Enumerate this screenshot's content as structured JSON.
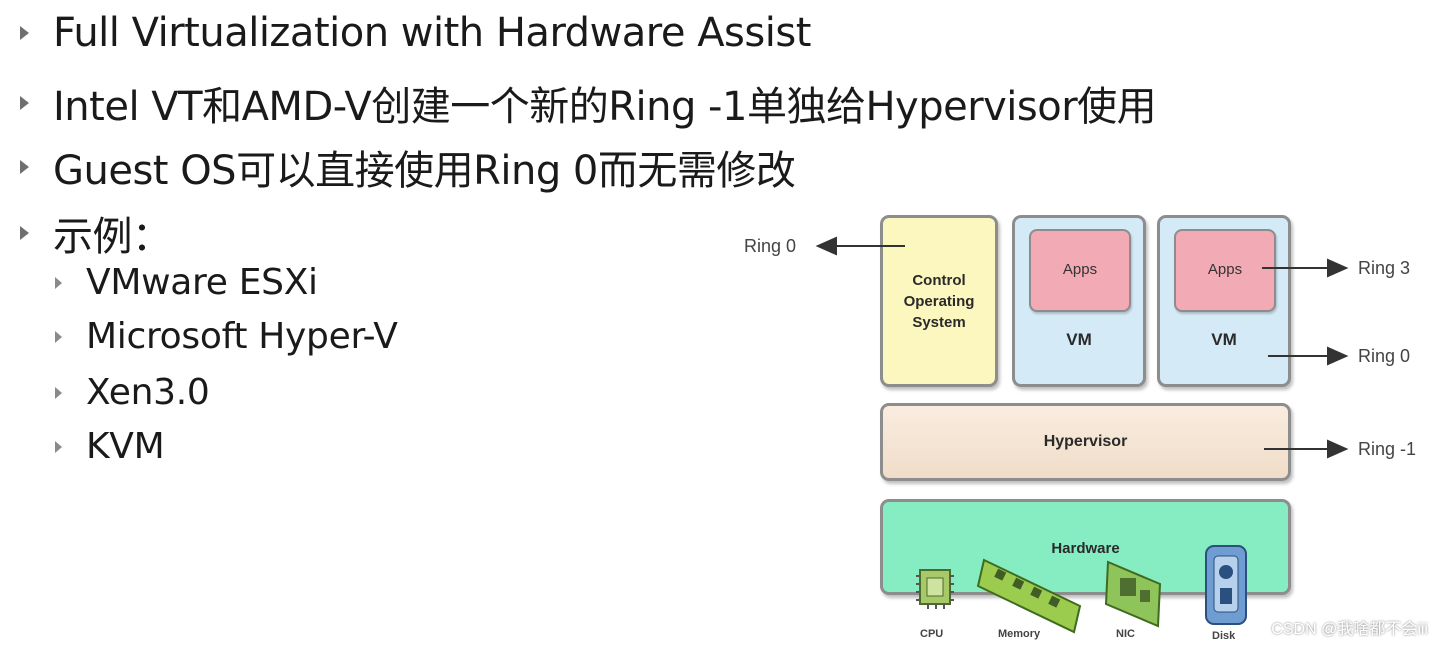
{
  "bullets": [
    {
      "text": "Full Virtualization with Hardware Assist"
    },
    {
      "text": "Intel VT和AMD-V创建一个新的Ring -1单独给Hypervisor使用"
    },
    {
      "text": "Guest OS可以直接使用Ring 0而无需修改"
    },
    {
      "text": "示例："
    }
  ],
  "sub_bullets": [
    {
      "text": "VMware ESXi"
    },
    {
      "text": "Microsoft Hyper-V"
    },
    {
      "text": "Xen3.0"
    },
    {
      "text": "KVM"
    }
  ],
  "diagram": {
    "control_os_lines": [
      "Control",
      "Operating",
      "System"
    ],
    "vm_label": "VM",
    "apps_label": "Apps",
    "hypervisor_label": "Hypervisor",
    "hardware_label": "Hardware",
    "ring_left": "Ring 0",
    "ring_apps": "Ring 3",
    "ring_vm": "Ring 0",
    "ring_hypervisor": "Ring -1",
    "hardware_parts": [
      "CPU",
      "Memory",
      "NIC",
      "Disk"
    ]
  },
  "watermark": "CSDN @我啥都不会iii",
  "colors": {
    "control_os": "#fcf6bf",
    "vm": "#d5eaf7",
    "apps": "#f2aab5",
    "hypervisor": "#f5e6d6",
    "hardware": "#86edc3"
  }
}
